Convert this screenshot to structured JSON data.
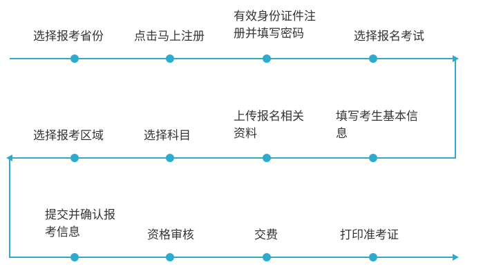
{
  "diagram": {
    "line_color": "#2eaacc",
    "text_color": "#333333",
    "rows": [
      {
        "direction": "left-to-right",
        "steps": [
          {
            "label": "选择报考省份"
          },
          {
            "label": "点击马上注册"
          },
          {
            "label": "有效身份证件注\n册并填写密码"
          },
          {
            "label": "选择报名考试"
          }
        ]
      },
      {
        "direction": "right-to-left",
        "steps": [
          {
            "label": "选择报考区域"
          },
          {
            "label": "选择科目"
          },
          {
            "label": "上传报名相关\n资料"
          },
          {
            "label": "填写考生基本信\n息"
          }
        ]
      },
      {
        "direction": "left-to-right",
        "steps": [
          {
            "label": "提交并确认报\n考信息"
          },
          {
            "label": "资格审核"
          },
          {
            "label": "交费"
          },
          {
            "label": "打印准考证"
          }
        ]
      }
    ]
  }
}
